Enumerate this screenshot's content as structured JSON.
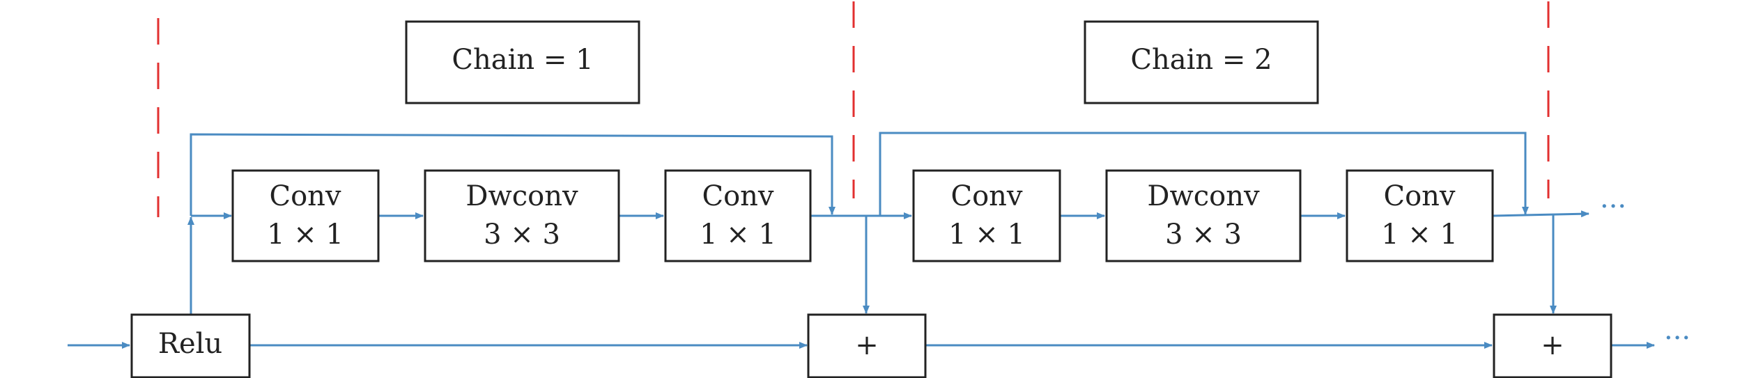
{
  "colors": {
    "flow": "#4a8bc2",
    "separator": "#e23030",
    "box_stroke": "#222222",
    "text": "#222222"
  },
  "chains": [
    {
      "label": "Chain = 1"
    },
    {
      "label": "Chain = 2"
    }
  ],
  "blocks": [
    {
      "line1": "Conv",
      "line2": "1 × 1"
    },
    {
      "line1": "Dwconv",
      "line2": "3 × 3"
    },
    {
      "line1": "Conv",
      "line2": "1 × 1"
    },
    {
      "line1": "Conv",
      "line2": "1 × 1"
    },
    {
      "line1": "Dwconv",
      "line2": "3 × 3"
    },
    {
      "line1": "Conv",
      "line2": "1 × 1"
    }
  ],
  "relu": {
    "label": "Relu"
  },
  "adders": [
    {
      "label": "+"
    },
    {
      "label": "+"
    }
  ],
  "continuations": [
    {
      "label": "···"
    },
    {
      "label": "···"
    }
  ]
}
